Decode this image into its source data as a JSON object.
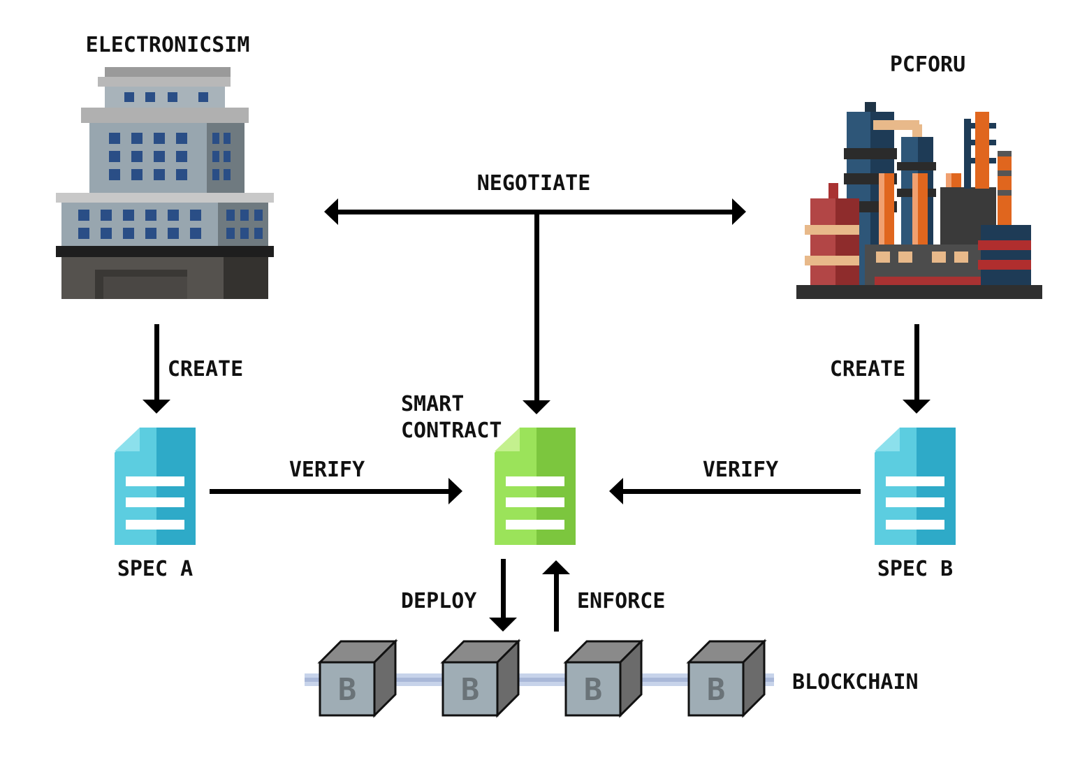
{
  "colors": {
    "arrow": "#000000",
    "label": "#111111",
    "spec_light": "#5ccde0",
    "spec_dark": "#2eaac8",
    "contract_light": "#9be35a",
    "contract_dark": "#7cc63e",
    "block_face": "#9fadb5",
    "block_side": "#6b6b6b",
    "block_top": "#8a8a8a",
    "chain_link": "#c7d3ea"
  },
  "parties": {
    "left_name": "ELECTRONICSIM",
    "right_name": "PCFORU"
  },
  "actions": {
    "negotiate": "NEGOTIATE",
    "create_left": "CREATE",
    "create_right": "CREATE",
    "verify_left": "VERIFY",
    "verify_right": "VERIFY",
    "deploy": "DEPLOY",
    "enforce": "ENFORCE"
  },
  "documents": {
    "spec_a": "SPEC A",
    "spec_b": "SPEC B",
    "contract_line1": "SMART",
    "contract_line2": "CONTRACT"
  },
  "blockchain": {
    "label": "BLOCKCHAIN",
    "block_symbol": "B",
    "block_count": 4
  },
  "icons": {
    "left_party": "office-building-icon",
    "right_party": "factory-icon",
    "spec": "document-icon",
    "contract": "smart-contract-document-icon",
    "block": "bitcoin-block-icon"
  }
}
